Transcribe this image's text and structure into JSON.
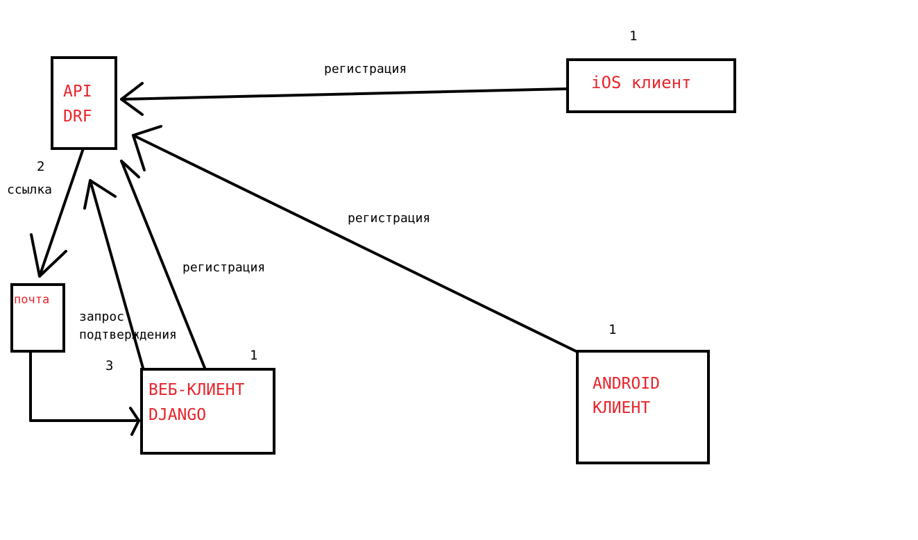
{
  "nodes": {
    "api": {
      "line1": "API",
      "line2": "DRF"
    },
    "ios": {
      "label": "iOS клиент"
    },
    "android": {
      "line1": "ANDROID",
      "line2": "КЛИЕНТ"
    },
    "mail": {
      "label": "почта"
    },
    "web": {
      "line1": "ВЕБ-КЛИЕНТ",
      "line2": "DJANGO"
    }
  },
  "edges": {
    "ios_to_api": "регистрация",
    "android_to_api": "регистрация",
    "web_to_api": "регистрация",
    "api_to_mail": "ссылка",
    "confirm_request_line1": "запрос",
    "confirm_request_line2": "подтверждения"
  },
  "step_numbers": {
    "ios": "1",
    "android": "1",
    "web": "1",
    "api_to_mail": "2",
    "confirm": "3"
  },
  "colors": {
    "node_text": "#e8242b",
    "lines": "#000000",
    "background": "#ffffff"
  }
}
